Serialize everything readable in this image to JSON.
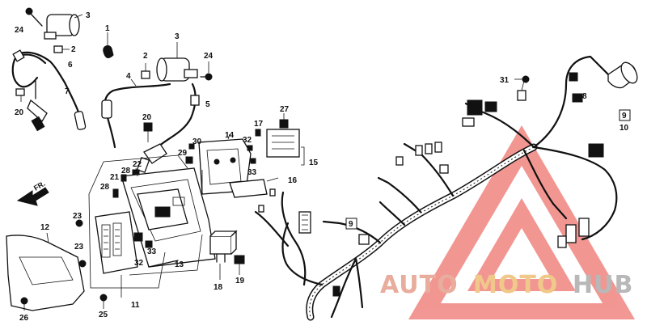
{
  "diagram": {
    "callouts": {
      "c1": "1",
      "c2a": "2",
      "c2b": "2",
      "c3a": "3",
      "c3b": "3",
      "c4": "4",
      "c5": "5",
      "c6": "6",
      "c7": "7",
      "c8": "8",
      "c9a": "9",
      "c9b": "9",
      "c10": "10",
      "c11": "11",
      "c12": "12",
      "c13": "13",
      "c14": "14",
      "c15": "15",
      "c16": "16",
      "c17": "17",
      "c18": "18",
      "c19": "19",
      "c20a": "20",
      "c20b": "20",
      "c21": "21",
      "c22": "22",
      "c23a": "23",
      "c23b": "23",
      "c24a": "24",
      "c24b": "24",
      "c25": "25",
      "c26": "26",
      "c27": "27",
      "c28a": "28",
      "c28b": "28",
      "c29": "29",
      "c30": "30",
      "c31": "31",
      "c32a": "32",
      "c32b": "32",
      "c33a": "33",
      "c33b": "33"
    },
    "direction_label": "FR."
  },
  "watermark": {
    "word1": "AUTO",
    "word2": "MOTO",
    "word3": "HUB",
    "colors": {
      "triangle": "#e8413a",
      "auto": "#e8ad9c",
      "moto": "#f0c98a",
      "hub": "#b8b8b8"
    }
  }
}
